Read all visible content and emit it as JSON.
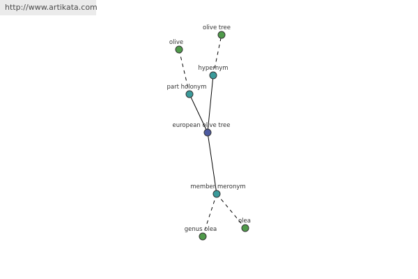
{
  "watermark": {
    "url": "http://www.artikata.com"
  },
  "colors": {
    "center": "#4d5aa0",
    "relation": "#3a9a9a",
    "word": "#4f9a4a",
    "edge": "#000000"
  },
  "graph": {
    "center": {
      "label": "european olive tree"
    },
    "relations": [
      {
        "label": "hypernym"
      },
      {
        "label": "part holonym"
      },
      {
        "label": "member meronym"
      }
    ],
    "words": [
      {
        "label": "olive tree"
      },
      {
        "label": "olive"
      },
      {
        "label": "genus olea"
      },
      {
        "label": "olea"
      }
    ]
  }
}
